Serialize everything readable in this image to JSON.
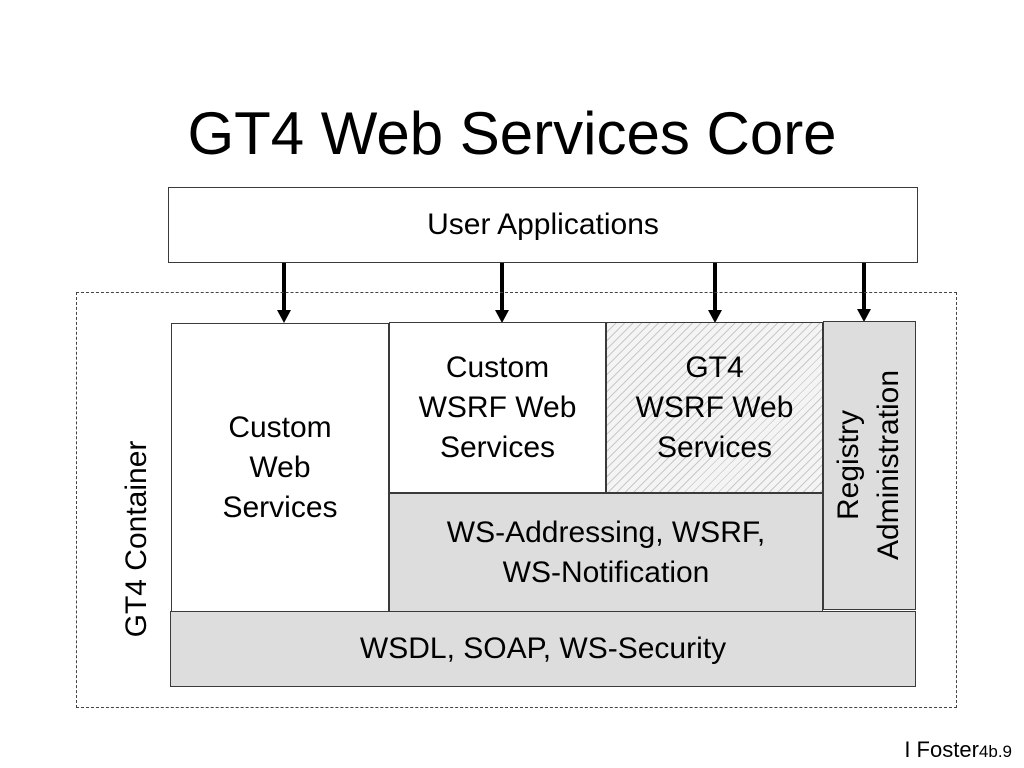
{
  "slide": {
    "title": "GT4 Web Services Core",
    "user_applications": "User Applications",
    "container_label": "GT4 Container",
    "custom_web_services": "Custom\nWeb\nServices",
    "custom_wsrf_web_services": "Custom\nWSRF Web\nServices",
    "gt4_wsrf_web_services": "GT4\nWSRF Web\nServices",
    "registry_administration": "Registry\nAdministration",
    "ws_addressing": "WS-Addressing, WSRF,\nWS-Notification",
    "wsdl_soap": "WSDL, SOAP, WS-Security",
    "footer_author": "I Foster",
    "footer_page": "4b.9"
  },
  "colors": {
    "gray_fill": "#dddddd",
    "outline": "#3a3a3a"
  }
}
